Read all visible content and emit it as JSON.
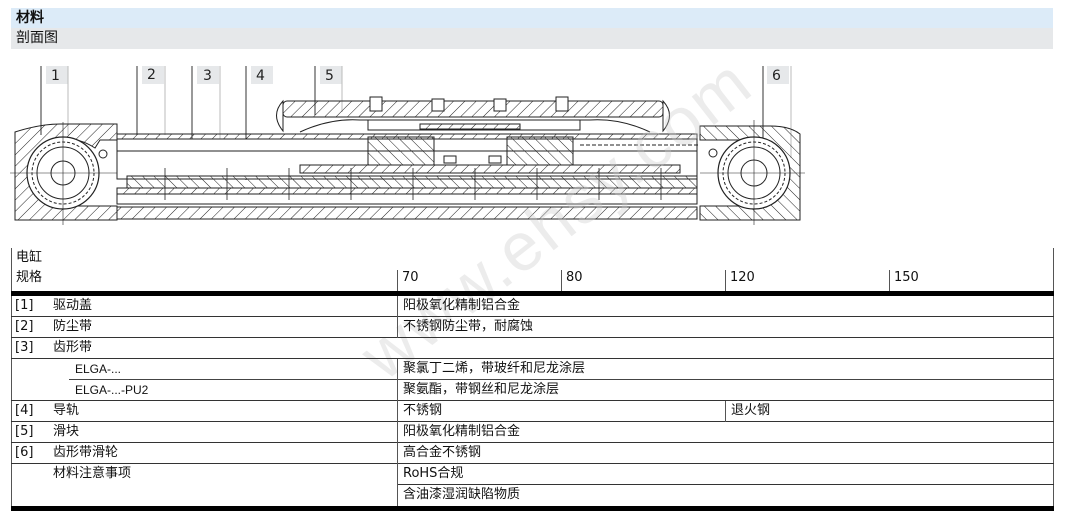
{
  "header": {
    "title": "材料",
    "subtitle": "剖面图"
  },
  "drawing": {
    "callouts": [
      "1",
      "2",
      "3",
      "4",
      "5",
      "6"
    ]
  },
  "table": {
    "header_label_line1": "电缸",
    "header_label_line2": "规格",
    "sizes": [
      "70",
      "80",
      "120",
      "150"
    ],
    "rows": [
      {
        "num": "[1]",
        "name": "驱动盖",
        "value": "阳极氧化精制铝合金"
      },
      {
        "num": "[2]",
        "name": "防尘带",
        "value": "不锈钢防尘带，耐腐蚀"
      },
      {
        "num": "[3]",
        "name": "齿形带",
        "value": ""
      },
      {
        "sub": "ELGA-...",
        "value": "聚氯丁二烯，带玻纤和尼龙涂层"
      },
      {
        "sub": "ELGA-...-PU2",
        "value": "聚氨酯，带钢丝和尼龙涂层"
      },
      {
        "num": "[4]",
        "name": "导轨",
        "value": "不锈钢",
        "value2": "退火钢"
      },
      {
        "num": "[5]",
        "name": "滑块",
        "value": "阳极氧化精制铝合金"
      },
      {
        "num": "[6]",
        "name": "齿形带滑轮",
        "value": "高合金不锈钢"
      },
      {
        "name": "材料注意事项",
        "value": "RoHS合规"
      },
      {
        "value": "含油漆湿润缺陷物质"
      }
    ]
  },
  "watermark": "www.ehsy.com"
}
